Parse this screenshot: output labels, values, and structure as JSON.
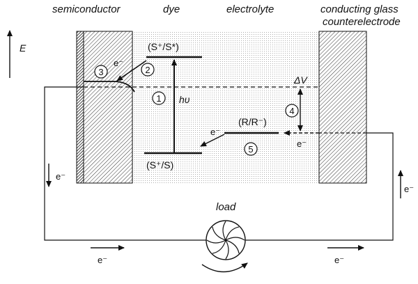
{
  "headers": {
    "semiconductor": "semiconductor",
    "dye": "dye",
    "electrolyte": "electrolyte",
    "counter_line1": "conducting glass",
    "counter_line2": "counterelectrode"
  },
  "axis_label": "E",
  "levels": {
    "excited": "(S⁺/S*)",
    "ground": "(S⁺/S)",
    "redox": "(R/R⁻)"
  },
  "symbols": {
    "photon": "hυ",
    "delta_v": "ΔV",
    "electron": "e⁻"
  },
  "steps": [
    "1",
    "2",
    "3",
    "4",
    "5"
  ],
  "load_label": "load"
}
